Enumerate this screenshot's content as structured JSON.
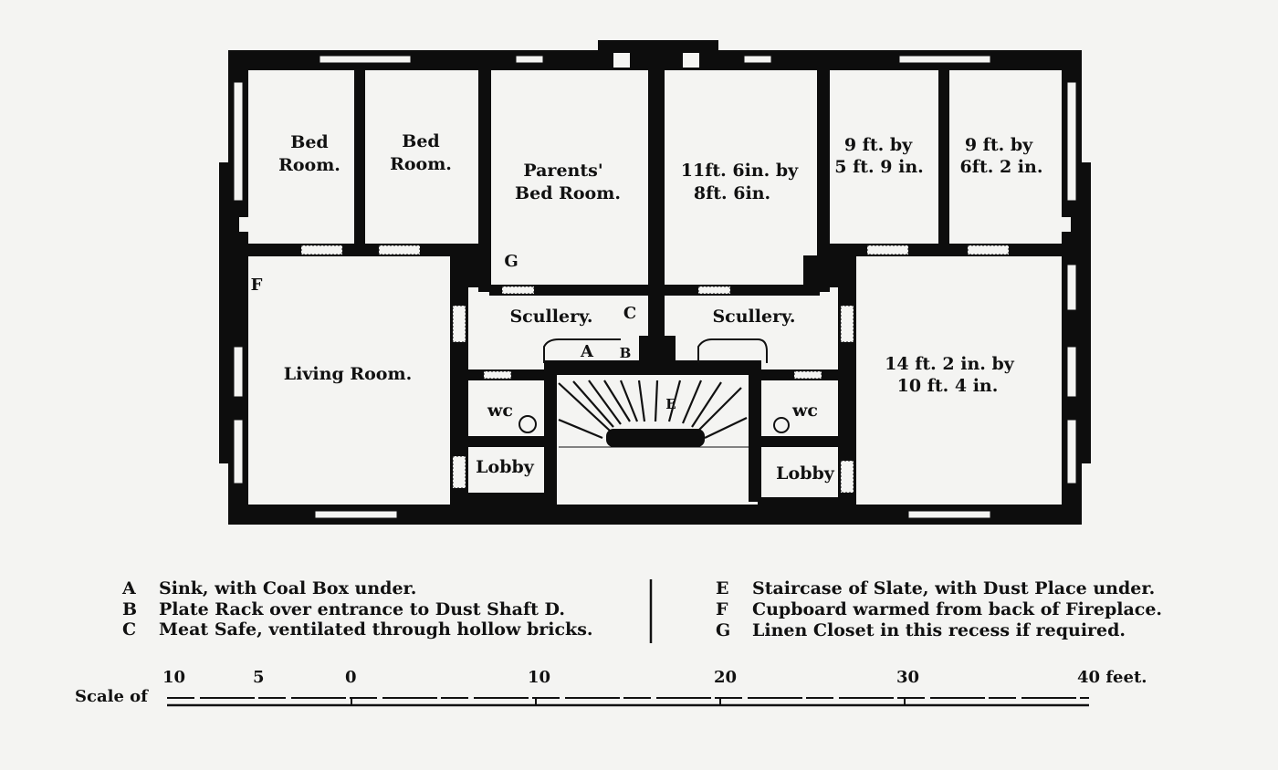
{
  "rooms": {
    "bed_room_1": [
      "Bed",
      "Room."
    ],
    "bed_room_2": [
      "Bed",
      "Room."
    ],
    "parents_bed_room": [
      "Parents'",
      "Bed Room."
    ],
    "room_11ft6": [
      "11ft. 6in. by",
      "8ft. 6in."
    ],
    "room_9ft_5ft9": [
      "9 ft. by",
      "5 ft. 9 in."
    ],
    "room_9ft_6ft2": [
      "9 ft. by",
      "6ft. 2 in."
    ],
    "living_room": "Living Room.",
    "scullery_left": "Scullery.",
    "scullery_right": "Scullery.",
    "room_14ft2": [
      "14 ft. 2 in. by",
      "10 ft. 4 in."
    ],
    "wc_left": "wc",
    "wc_right": "wc",
    "lobby_left": "Lobby",
    "lobby_right": "Lobby"
  },
  "marks": {
    "A": "A",
    "B": "B",
    "C": "C",
    "E": "E",
    "F": "F",
    "G": "G"
  },
  "legend": {
    "left": [
      {
        "key": "A",
        "text": "Sink, with Coal Box under."
      },
      {
        "key": "B",
        "text": "Plate Rack over entrance to Dust Shaft D."
      },
      {
        "key": "C",
        "text": "Meat Safe, ventilated through hollow bricks."
      }
    ],
    "right": [
      {
        "key": "E",
        "text": "Staircase of Slate, with Dust Place under."
      },
      {
        "key": "F",
        "text": "Cupboard warmed from back of Fireplace."
      },
      {
        "key": "G",
        "text": "Linen Closet in this recess if required."
      }
    ]
  },
  "scale": {
    "label": "Scale of",
    "ticks": [
      "10",
      "5",
      "0",
      "10",
      "20",
      "30",
      "40 feet."
    ]
  },
  "colors": {
    "ink": "#111111",
    "paper": "#f4f4f2",
    "wall": "#0d0d0d"
  }
}
